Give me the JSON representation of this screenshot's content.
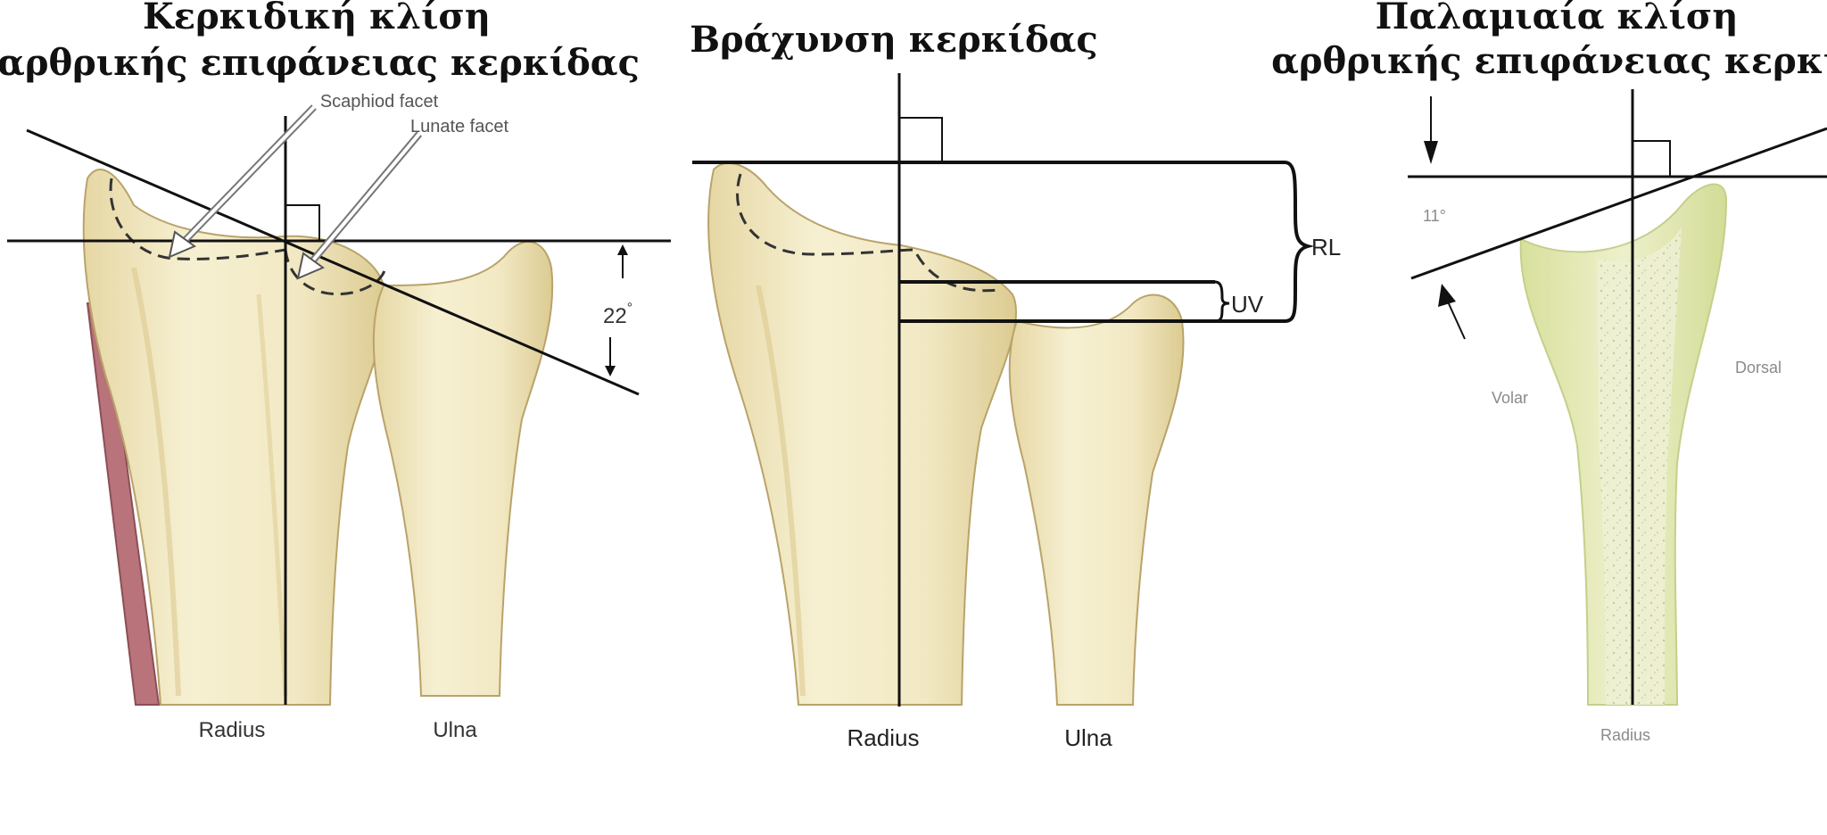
{
  "panels": {
    "radial_inclination": {
      "title_line1": "Κερκιδική κλίση",
      "title_line2": "αρθρικής επιφάνειας κερκίδας",
      "scaphoid_label": "Scaphiod facet",
      "lunate_label": "Lunate facet",
      "angle_value": "22",
      "angle_unit": "°",
      "radius_label": "Radius",
      "ulna_label": "Ulna"
    },
    "radial_shortening": {
      "title": "Βράχυνση κερκίδας",
      "rl_label": "RL",
      "uv_label": "UV",
      "radius_label": "Radius",
      "ulna_label": "Ulna"
    },
    "volar_tilt": {
      "title_line1": "Παλαμιαία κλίση",
      "title_line2": "αρθρικής επιφάνειας κερκίδας",
      "angle_label": "11°",
      "volar_label": "Volar",
      "dorsal_label": "Dorsal",
      "radius_label": "Radius"
    }
  },
  "colors": {
    "bone_fill": "#f3ecc8",
    "bone_shade": "#e2d39d",
    "bone_outline": "#b9a36a",
    "muscle": "#b9737a",
    "lateral_bone": "#dde6a8",
    "line": "#111111"
  }
}
